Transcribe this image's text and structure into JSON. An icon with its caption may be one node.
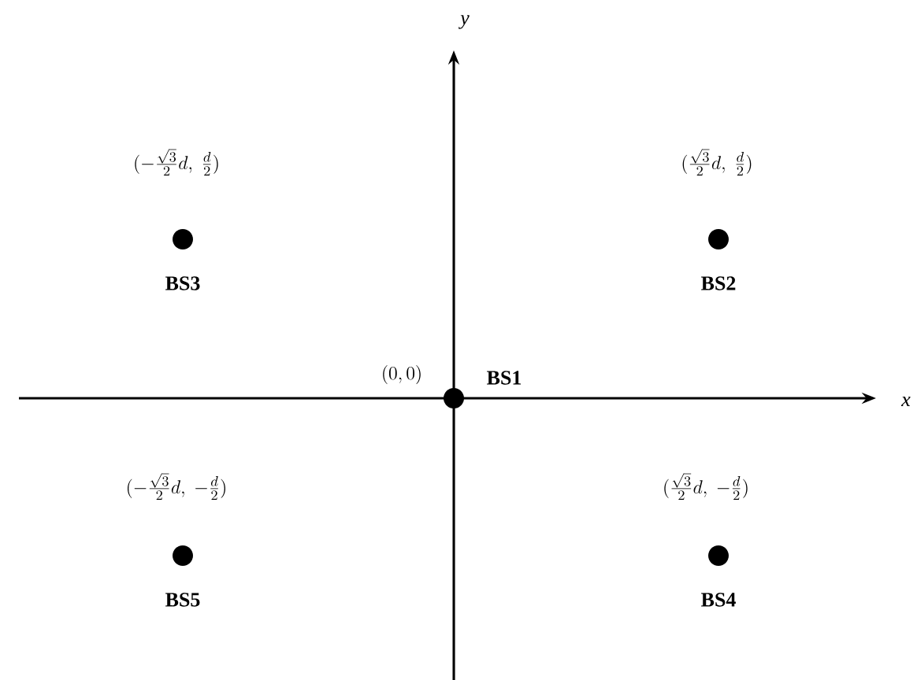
{
  "diagram": {
    "nodes": [
      {
        "text": [
          "BS3"
        ],
        "beside": [
          "(-\\frac{\\sqrt{3}}{2}d,\\ \\frac{d}{2})"
        ]
      },
      {
        "text": [
          "BS2"
        ],
        "beside": [
          "(\\frac{\\sqrt{3}}{2}d,\\ \\frac{d}{2})"
        ]
      },
      {
        "text": [
          "BS1"
        ],
        "beside": [
          "(0,0)"
        ]
      },
      {
        "text": [
          "BS5"
        ],
        "beside": [
          "(-\\frac{\\sqrt{3}}{2}d,\\ -\\frac{d}{2})"
        ]
      },
      {
        "text": [
          "BS4"
        ],
        "beside": [
          "(\\frac{\\sqrt{3}}{2}d,\\ -\\frac{d}{2})"
        ]
      }
    ],
    "labels": [
      "y",
      "x"
    ]
  }
}
